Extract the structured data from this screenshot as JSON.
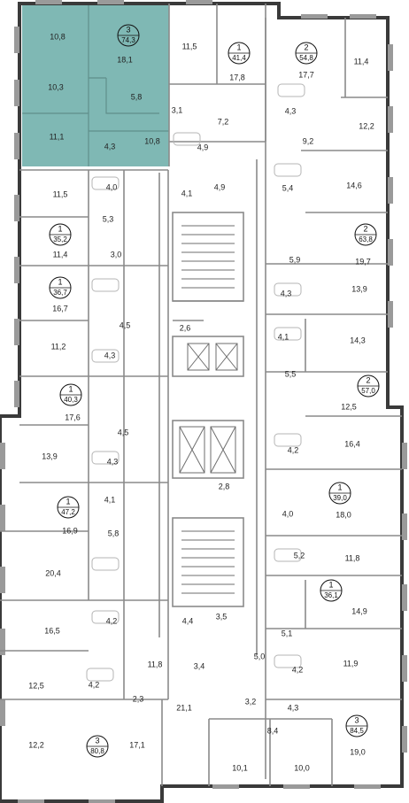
{
  "colors": {
    "wall": "#3a3a3a",
    "inner": "#8a8a8a",
    "highlight": "#7fb8b4",
    "window": "#9a9a9a",
    "fixture": "#b5b5b5"
  },
  "highlighted_apartment": {
    "rooms": "3",
    "area": "74,3"
  },
  "apartments": [
    {
      "rooms": "3",
      "area": "74,3"
    },
    {
      "rooms": "1",
      "area": "41,4"
    },
    {
      "rooms": "2",
      "area": "54,8"
    },
    {
      "rooms": "1",
      "area": "35,2"
    },
    {
      "rooms": "2",
      "area": "63,8"
    },
    {
      "rooms": "1",
      "area": "36,7"
    },
    {
      "rooms": "1",
      "area": "40,3"
    },
    {
      "rooms": "2",
      "area": "57,0"
    },
    {
      "rooms": "1",
      "area": "47,2"
    },
    {
      "rooms": "1",
      "area": "39,0"
    },
    {
      "rooms": "1",
      "area": "36,1"
    },
    {
      "rooms": "3",
      "area": "80,8"
    },
    {
      "rooms": "3",
      "area": "84,5"
    }
  ],
  "room_areas": [
    "10,8",
    "18,1",
    "10,3",
    "5,8",
    "3,1",
    "11,1",
    "4,3",
    "10,8",
    "11,5",
    "17,8",
    "7,2",
    "4,9",
    "17,7",
    "11,4",
    "4,3",
    "12,2",
    "9,2",
    "11,5",
    "4,0",
    "4,1",
    "4,9",
    "5,4",
    "14,6",
    "5,3",
    "11,4",
    "3,0",
    "19,7",
    "5,9",
    "13,9",
    "16,7",
    "4,5",
    "4,3",
    "2,6",
    "11,2",
    "4,3",
    "4,1",
    "14,3",
    "5,5",
    "17,6",
    "4,5",
    "12,5",
    "13,9",
    "4,3",
    "16,4",
    "4,2",
    "4,1",
    "2,8",
    "16,9",
    "5,8",
    "18,0",
    "4,0",
    "5,2",
    "20,4",
    "11,8",
    "14,9",
    "16,5",
    "4,2",
    "4,4",
    "3,5",
    "5,1",
    "11,8",
    "5,0",
    "4,2",
    "12,5",
    "4,2",
    "2,3",
    "3,4",
    "11,9",
    "3,2",
    "4,3",
    "21,1",
    "8,4",
    "12,2",
    "17,1",
    "19,0",
    "10,1",
    "10,0"
  ]
}
